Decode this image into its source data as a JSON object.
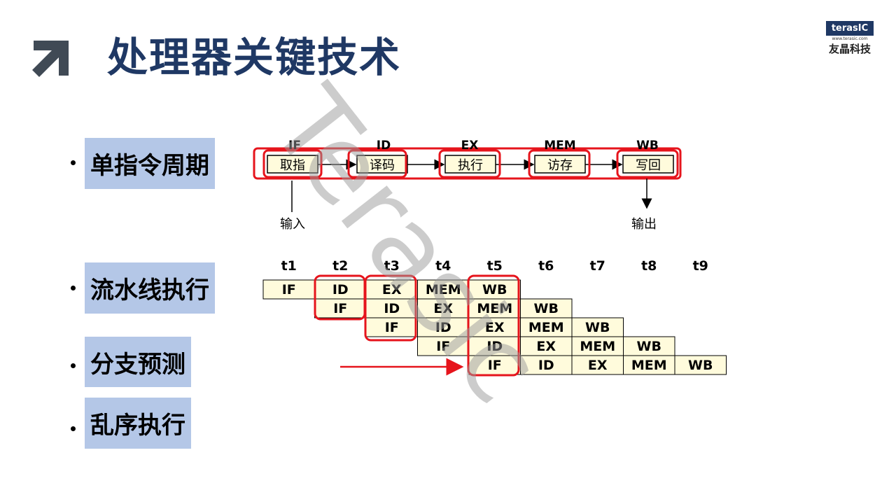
{
  "title": "处理器关键技术",
  "logo": {
    "brand": "terasIC",
    "url": "www.terasic.com",
    "cn": "友晶科技"
  },
  "watermark": "Terasic",
  "bullets": [
    "单指令周期",
    "流水线执行",
    "分支预测",
    "乱序执行"
  ],
  "single_cycle": {
    "stages": [
      {
        "tag": "IF",
        "label": "取指"
      },
      {
        "tag": "ID",
        "label": "译码"
      },
      {
        "tag": "EX",
        "label": "执行"
      },
      {
        "tag": "MEM",
        "label": "访存"
      },
      {
        "tag": "WB",
        "label": "写回"
      }
    ],
    "input_label": "输入",
    "output_label": "输出"
  },
  "pipeline": {
    "time_labels": [
      "t1",
      "t2",
      "t3",
      "t4",
      "t5",
      "t6",
      "t7",
      "t8",
      "t9"
    ],
    "rows": [
      [
        "IF",
        "ID",
        "EX",
        "MEM",
        "WB"
      ],
      [
        "IF",
        "ID",
        "EX",
        "MEM",
        "WB"
      ],
      [
        "IF",
        "ID",
        "EX",
        "MEM",
        "WB"
      ],
      [
        "IF",
        "ID",
        "EX",
        "MEM",
        "WB"
      ],
      [
        "IF",
        "ID",
        "EX",
        "MEM",
        "WB"
      ]
    ]
  },
  "colors": {
    "title": "#1f3864",
    "bullet_bg": "#b4c7e7",
    "highlight": "#e6141c",
    "cell_fill": "#fffbdc"
  }
}
